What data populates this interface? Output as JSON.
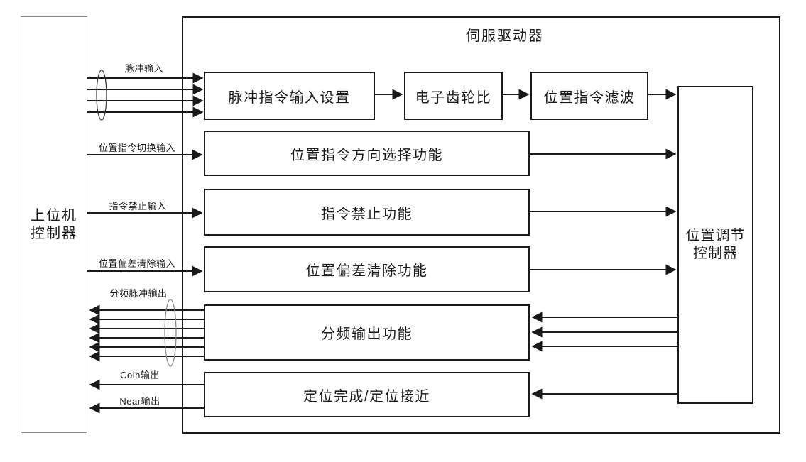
{
  "servo_driver": {
    "title": "伺服驱动器"
  },
  "host_controller": {
    "line1": "上位机",
    "line2": "控制器"
  },
  "position_controller": {
    "line1": "位置调节",
    "line2": "控制器"
  },
  "blocks": {
    "pulse_input_setting": "脉冲指令输入设置",
    "electronic_gear": "电子齿轮比",
    "command_filter": "位置指令滤波",
    "direction_select": "位置指令方向选择功能",
    "command_prohibit": "指令禁止功能",
    "deviation_clear": "位置偏差清除功能",
    "freq_div_output": "分频输出功能",
    "positioning_status": "定位完成/定位接近"
  },
  "signals": {
    "pulse_input": "脉冲输入",
    "cmd_switch_input": "位置指令切换输入",
    "cmd_prohibit_input": "指令禁止输入",
    "deviation_clear_input": "位置偏差清除输入",
    "freq_div_pulse_output": "分频脉冲输出",
    "coin_output": "Coin输出",
    "near_output": "Near输出"
  },
  "colors": {
    "line": "#1a1a1a",
    "box_border": "#1a1a1a",
    "host_border": "#8c8c8c",
    "cable_ellipse_dark": "#3a3a3a",
    "cable_ellipse_light": "#8c8c8c",
    "background": "#ffffff"
  }
}
